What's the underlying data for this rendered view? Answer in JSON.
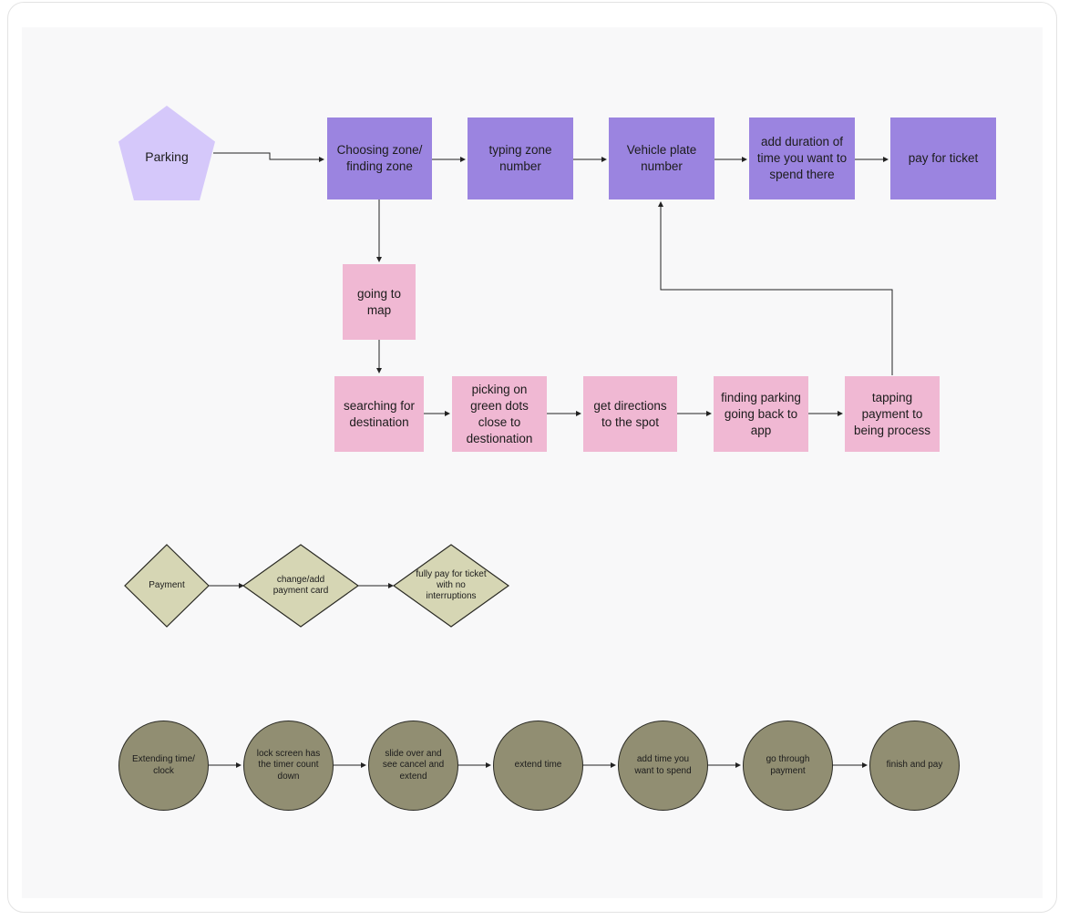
{
  "flow_main": {
    "start": "Parking",
    "steps": [
      "Choosing zone/ finding zone",
      "typing zone number",
      "Vehicle plate number",
      "add duration of time you want to spend there",
      "pay for ticket"
    ]
  },
  "flow_map": {
    "map_step": "going to map",
    "steps": [
      "searching for destination",
      "picking on green dots close to destionation",
      "get directions to the spot",
      "finding parking going back to app",
      "tapping payment to being process"
    ]
  },
  "flow_payment": {
    "steps": [
      "Payment",
      "change/add payment card",
      "fully pay for ticket with no interruptions"
    ]
  },
  "flow_extend": {
    "steps": [
      "Extending time/ clock",
      "lock screen has the timer count down",
      "slide over and see cancel and extend",
      "extend time",
      "add time you want to spend",
      "go through payment",
      "finish and pay"
    ]
  },
  "colors": {
    "purple_box": "#9b84e0",
    "pentagon": "#d5c8fa",
    "pink_box": "#f0b8d3",
    "diamond": "#d6d6b4",
    "circle": "#918e72",
    "canvas": "#f8f8f9"
  }
}
